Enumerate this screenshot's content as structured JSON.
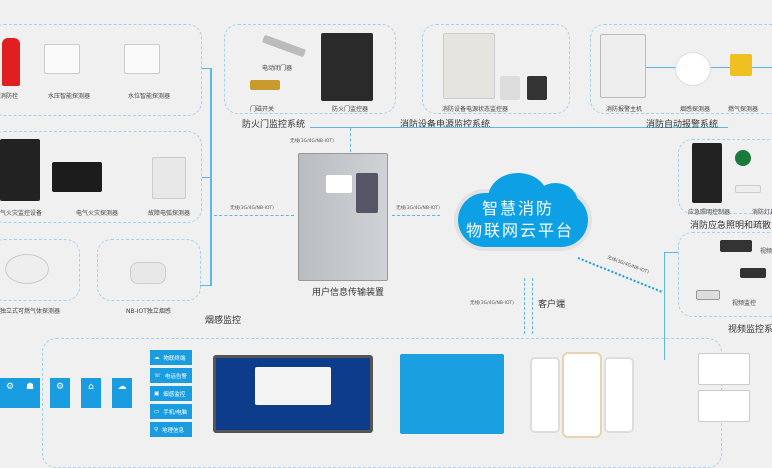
{
  "water": {
    "items": [
      "消防栓",
      "水压智能探测器",
      "水位智能探测器"
    ]
  },
  "fire_door": {
    "items": [
      "电动闭门器",
      "门磁开关",
      "防火门监控器"
    ],
    "title": "防火门监控系统"
  },
  "power": {
    "items": [
      "消防设备电源状态监控器"
    ],
    "title": "消防设备电源监控系统"
  },
  "alarm": {
    "items": [
      "消防报警主机",
      "烟感探测器",
      "燃气探测器"
    ],
    "title": "消防自动报警系统"
  },
  "electric": {
    "items": [
      "气火灾监控设备",
      "电气火灾探测器",
      "故障电弧探测器"
    ]
  },
  "smoke": {
    "items": [
      "独立式可燃气体探测器",
      "NB-IOT独立烟感"
    ],
    "title": "烟感监控"
  },
  "emergency": {
    "items": [
      "应急照明控制器",
      "消防灯具"
    ],
    "title": "消防应急照明和疏散"
  },
  "video": {
    "items": [
      "视频",
      "视频监控"
    ],
    "title": "视频监控系统"
  },
  "transmitter": {
    "title": "用户信息传输装置"
  },
  "cloud": {
    "line1": "智慧消防",
    "line2": "物联网云平台",
    "color": "#0ea0e4"
  },
  "wireless": "无线(3G/4G/NB-IOT)",
  "client": "客户端",
  "functions": [
    "物联终端",
    "电话告警",
    "烟感监控",
    "手机/电脑",
    "地理信息"
  ],
  "accent": "#1a9de0"
}
